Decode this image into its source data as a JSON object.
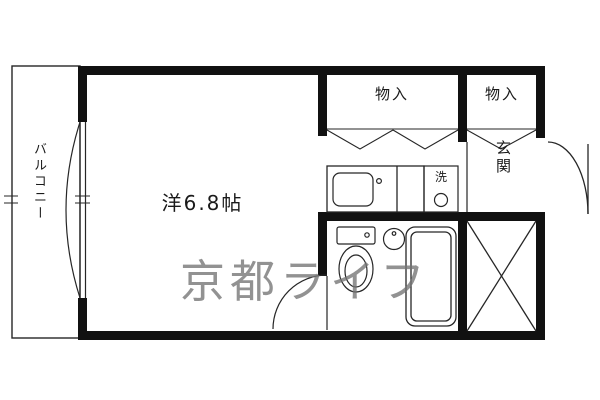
{
  "floorplan": {
    "balcony_label": "バルコニー",
    "room_label": "洋6.8帖",
    "storage_left_label": "物入",
    "storage_right_label": "物入",
    "entrance_label": "玄関",
    "washer_label": "洗",
    "watermark_text": "京都ライフ"
  },
  "colors": {
    "wall": "#111111",
    "line": "#262626",
    "watermark": "#737373",
    "background": "#ffffff"
  }
}
